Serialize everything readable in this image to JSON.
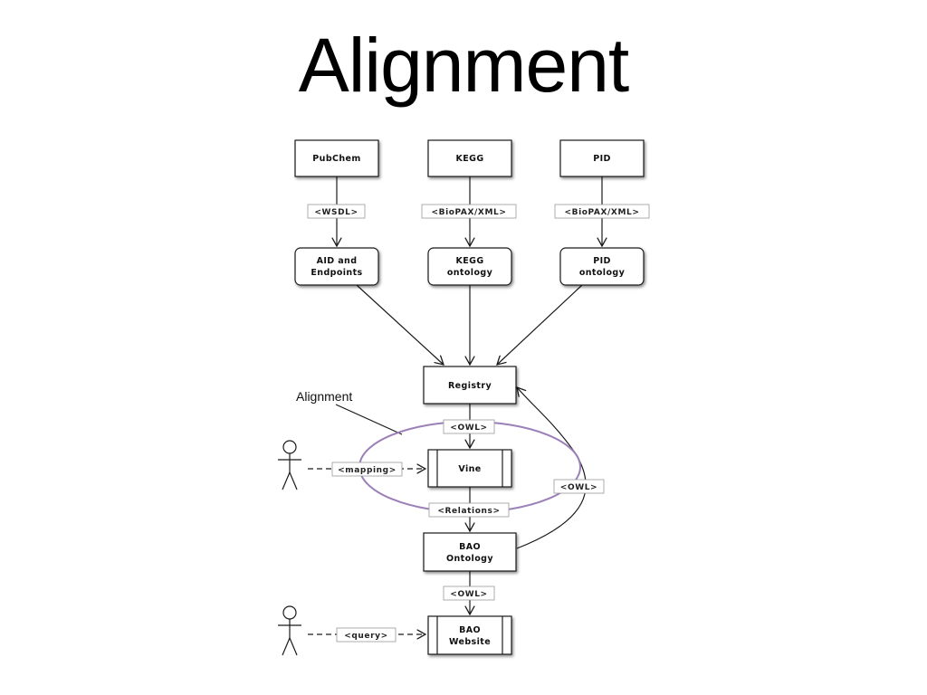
{
  "title": "Alignment",
  "nodes": {
    "pubchem": "PubChem",
    "kegg": "KEGG",
    "pid": "PID",
    "aid_1": "AID and",
    "aid_2": "Endpoints",
    "kegg_ont_1": "KEGG",
    "kegg_ont_2": "ontology",
    "pid_ont_1": "PID",
    "pid_ont_2": "ontology",
    "registry": "Registry",
    "vine": "Vine",
    "bao_ont_1": "BAO",
    "bao_ont_2": "Ontology",
    "bao_web_1": "BAO",
    "bao_web_2": "Website"
  },
  "edge_labels": {
    "wsdl": "<WSDL>",
    "biopax_kegg": "<BioPAX/XML>",
    "biopax_pid": "<BioPAX/XML>",
    "owl_registry": "<OWL>",
    "mapping": "<mapping>",
    "relations": "<Relations>",
    "owl_loop": "<OWL>",
    "owl_bao": "<OWL>",
    "query": "<query>"
  },
  "annotations": {
    "alignment": "Alignment"
  },
  "colors": {
    "alignment_ellipse": "#9b7fb8",
    "stroke": "#1a1a1a"
  }
}
